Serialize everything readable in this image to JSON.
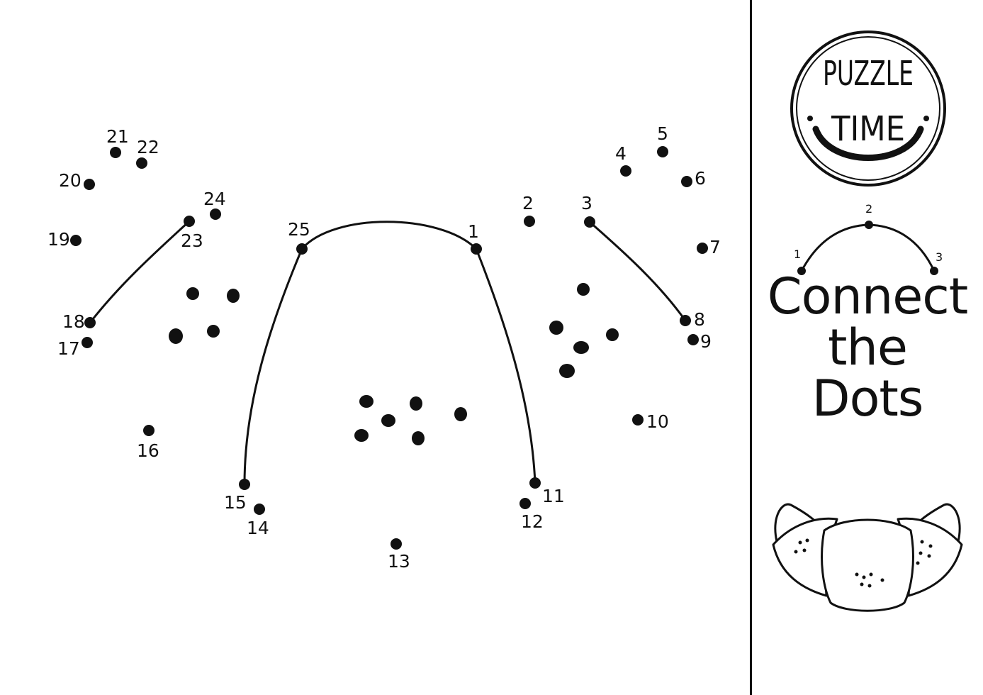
{
  "puzzle": {
    "dots": [
      {
        "n": "1"
      },
      {
        "n": "2"
      },
      {
        "n": "3"
      },
      {
        "n": "4"
      },
      {
        "n": "5"
      },
      {
        "n": "6"
      },
      {
        "n": "7"
      },
      {
        "n": "8"
      },
      {
        "n": "9"
      },
      {
        "n": "10"
      },
      {
        "n": "11"
      },
      {
        "n": "12"
      },
      {
        "n": "13"
      },
      {
        "n": "14"
      },
      {
        "n": "15"
      },
      {
        "n": "16"
      },
      {
        "n": "17"
      },
      {
        "n": "18"
      },
      {
        "n": "19"
      },
      {
        "n": "20"
      },
      {
        "n": "21"
      },
      {
        "n": "22"
      },
      {
        "n": "23"
      },
      {
        "n": "24"
      },
      {
        "n": "25"
      }
    ]
  },
  "sidebar": {
    "badge_line1": "PUZZLE",
    "badge_line2": "TIME",
    "example_numbers": [
      "1",
      "2",
      "3"
    ],
    "title_line1": "Connect",
    "title_line2": "the",
    "title_line3": "Dots",
    "picture": "croissant-icon"
  },
  "colors": {
    "ink": "#111111",
    "paper": "#ffffff"
  }
}
